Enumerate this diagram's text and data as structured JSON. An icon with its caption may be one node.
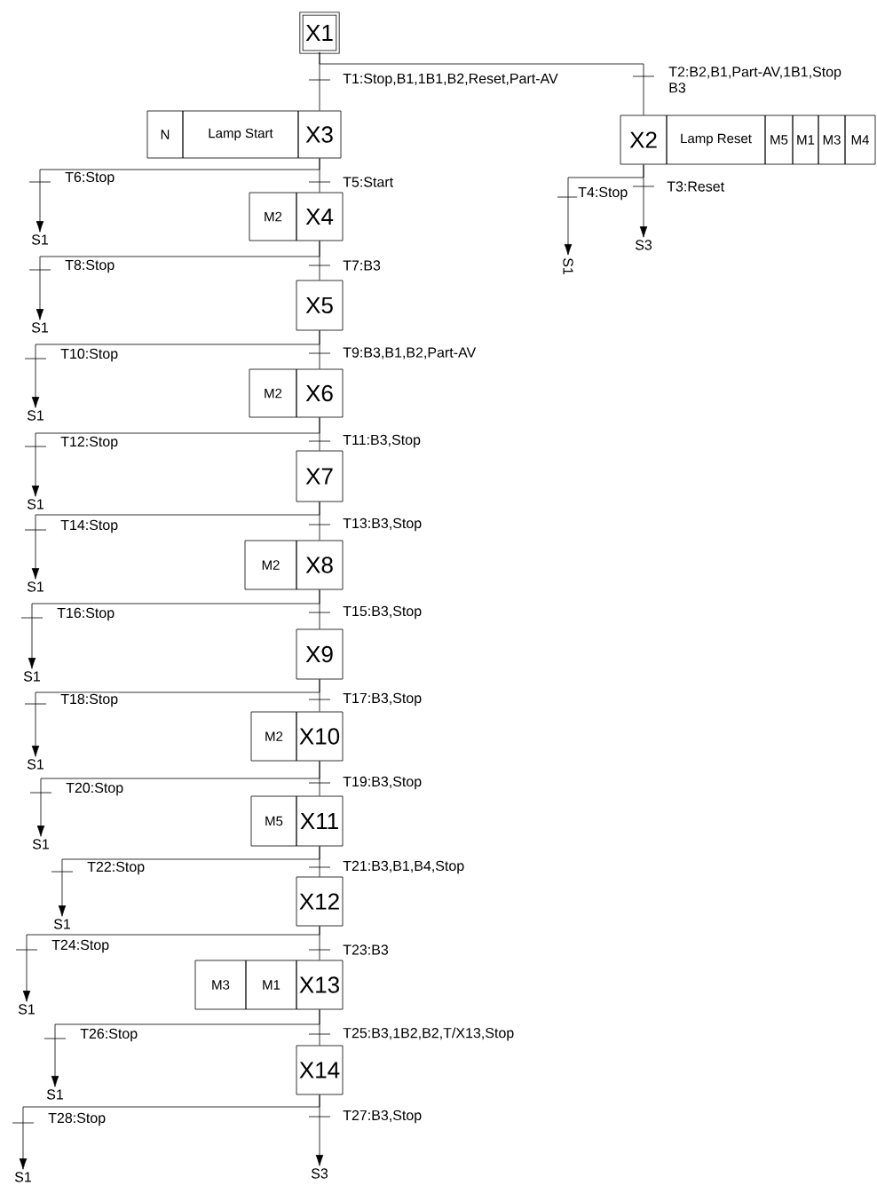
{
  "diagram": {
    "nodes": [
      {
        "text": [
          "X1"
        ]
      },
      {
        "text": [
          "X3"
        ]
      },
      {
        "text": [
          "N"
        ]
      },
      {
        "text": [
          "Lamp Start"
        ]
      },
      {
        "text": [
          "X2"
        ]
      },
      {
        "text": [
          "Lamp Reset"
        ]
      },
      {
        "text": [
          "M5"
        ]
      },
      {
        "text": [
          "M1"
        ]
      },
      {
        "text": [
          "M3"
        ]
      },
      {
        "text": [
          "M4"
        ]
      },
      {
        "text": [
          "S1"
        ]
      },
      {
        "text": [
          "S3"
        ]
      },
      {
        "text": [
          "X4"
        ]
      },
      {
        "text": [
          "M2"
        ]
      },
      {
        "text": [
          "S1"
        ]
      },
      {
        "text": [
          "X5"
        ]
      },
      {
        "text": [
          "S1"
        ]
      },
      {
        "text": [
          "X6"
        ]
      },
      {
        "text": [
          "M2"
        ]
      },
      {
        "text": [
          "S1"
        ]
      },
      {
        "text": [
          "X7"
        ]
      },
      {
        "text": [
          "S1"
        ]
      },
      {
        "text": [
          "X8"
        ]
      },
      {
        "text": [
          "M2"
        ]
      },
      {
        "text": [
          "S1"
        ]
      },
      {
        "text": [
          "X9"
        ]
      },
      {
        "text": [
          "S1"
        ]
      },
      {
        "text": [
          "X10"
        ]
      },
      {
        "text": [
          "M2"
        ]
      },
      {
        "text": [
          "S1"
        ]
      },
      {
        "text": [
          "X11"
        ]
      },
      {
        "text": [
          "M5"
        ]
      },
      {
        "text": [
          "S1"
        ]
      },
      {
        "text": [
          "X12"
        ]
      },
      {
        "text": [
          "S1"
        ]
      },
      {
        "text": [
          "X13"
        ]
      },
      {
        "text": [
          "M1"
        ]
      },
      {
        "text": [
          "M3"
        ]
      },
      {
        "text": [
          "S1"
        ]
      },
      {
        "text": [
          "X14"
        ]
      },
      {
        "text": [
          "S1"
        ]
      },
      {
        "text": [
          "S1"
        ]
      },
      {
        "text": [
          "S3"
        ]
      }
    ],
    "edges": [
      {
        "from": 0,
        "to": 1,
        "arrow": "none",
        "label": "T1:Stop,B1,1B1,B2,Reset,Part-AV"
      },
      {
        "from": 0,
        "to": 4,
        "arrow": "none",
        "label": "T2:B2,B1,Part-AV,1B1,Stop B3"
      },
      {
        "from": 4,
        "to": 11,
        "arrow": "to",
        "label": "T3:Reset"
      },
      {
        "from": 4,
        "to": 10,
        "arrow": "to",
        "label": "T4:Stop"
      },
      {
        "from": 1,
        "to": 12,
        "arrow": "none",
        "label": "T5:Start"
      },
      {
        "from": 1,
        "to": 14,
        "arrow": "to",
        "label": "T6:Stop"
      },
      {
        "from": 12,
        "to": 15,
        "arrow": "none",
        "label": "T7:B3"
      },
      {
        "from": 12,
        "to": 16,
        "arrow": "to",
        "label": "T8:Stop"
      },
      {
        "from": 15,
        "to": 17,
        "arrow": "none",
        "label": "T9:B3,B1,B2,Part-AV"
      },
      {
        "from": 15,
        "to": 19,
        "arrow": "to",
        "label": "T10:Stop"
      },
      {
        "from": 17,
        "to": 20,
        "arrow": "none",
        "label": "T11:B3,Stop"
      },
      {
        "from": 17,
        "to": 21,
        "arrow": "to",
        "label": "T12:Stop"
      },
      {
        "from": 20,
        "to": 22,
        "arrow": "none",
        "label": "T13:B3,Stop"
      },
      {
        "from": 20,
        "to": 24,
        "arrow": "to",
        "label": "T14:Stop"
      },
      {
        "from": 22,
        "to": 25,
        "arrow": "none",
        "label": "T15:B3,Stop"
      },
      {
        "from": 22,
        "to": 26,
        "arrow": "to",
        "label": "T16:Stop"
      },
      {
        "from": 25,
        "to": 27,
        "arrow": "none",
        "label": "T17:B3,Stop"
      },
      {
        "from": 25,
        "to": 29,
        "arrow": "to",
        "label": "T18:Stop"
      },
      {
        "from": 27,
        "to": 30,
        "arrow": "none",
        "label": "T19:B3,Stop"
      },
      {
        "from": 27,
        "to": 32,
        "arrow": "to",
        "label": "T20:Stop"
      },
      {
        "from": 30,
        "to": 33,
        "arrow": "none",
        "label": "T21:B3,B1,B4,Stop"
      },
      {
        "from": 30,
        "to": 34,
        "arrow": "to",
        "label": "T22:Stop"
      },
      {
        "from": 33,
        "to": 35,
        "arrow": "none",
        "label": "T23:B3"
      },
      {
        "from": 33,
        "to": 38,
        "arrow": "to",
        "label": "T24:Stop"
      },
      {
        "from": 35,
        "to": 39,
        "arrow": "none",
        "label": "T25:B3,1B2,B2,T/X13,Stop"
      },
      {
        "from": 35,
        "to": 40,
        "arrow": "to",
        "label": "T26:Stop"
      },
      {
        "from": 39,
        "to": 42,
        "arrow": "to",
        "label": "T27:B3,Stop"
      },
      {
        "from": 39,
        "to": 41,
        "arrow": "to",
        "label": "T28:Stop"
      }
    ]
  }
}
